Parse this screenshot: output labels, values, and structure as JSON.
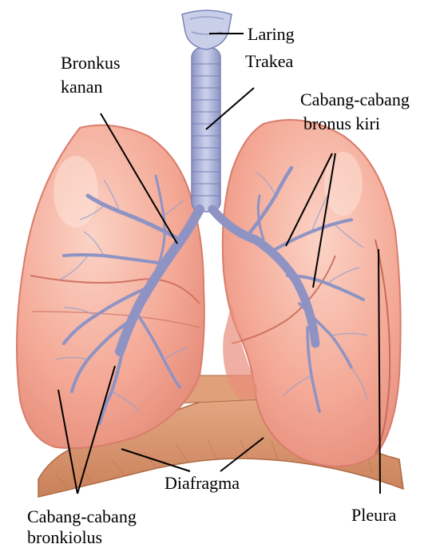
{
  "labels": {
    "laring": "Laring",
    "trakea": "Trakea",
    "bronkus_kanan_line1": "Bronkus",
    "bronkus_kanan_line2": "kanan",
    "cabang_kiri_line1": "Cabang-cabang",
    "cabang_kiri_line2": "bronus kiri",
    "diafragma": "Diafragma",
    "cabang_bronkiolus_line1": "Cabang-cabang",
    "cabang_bronkiolus_line2": "bronkiolus",
    "pleura": "Pleura"
  },
  "colors": {
    "lung_fill": "#f4a996",
    "lung_edge": "#d97c6c",
    "lung_highlight": "#fbd0c2",
    "bronchi": "#8e93c4",
    "trachea": "#aeb5d8",
    "diaphragm": "#d8946a",
    "leader_line": "#000000"
  }
}
